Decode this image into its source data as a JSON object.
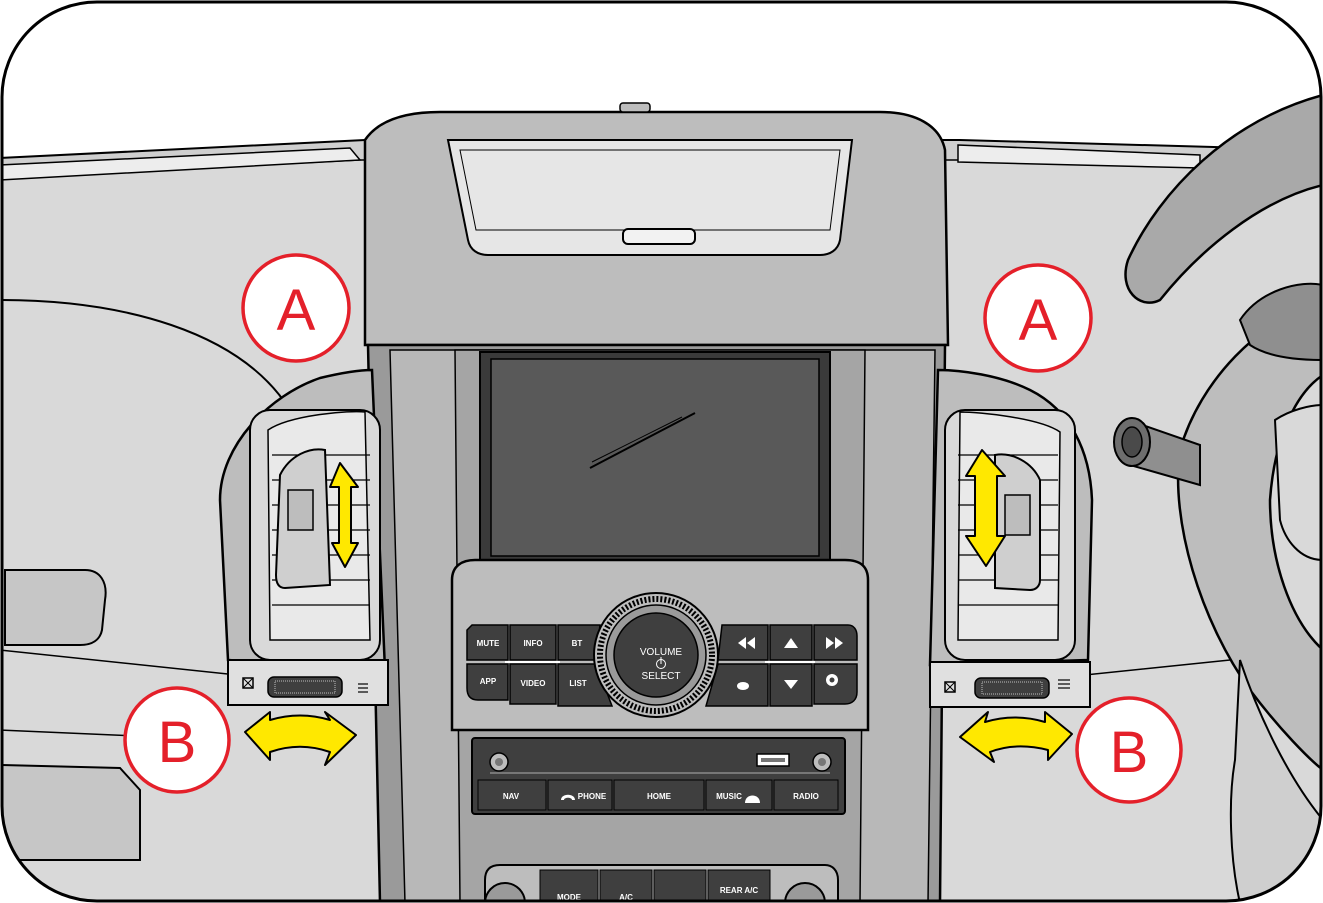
{
  "callouts": {
    "left_vent": "A",
    "right_vent": "A",
    "left_thumbwheel": "B",
    "right_thumbwheel": "B"
  },
  "head_unit": {
    "knob_line1": "VOLUME",
    "knob_line2": "SELECT"
  },
  "left_cluster": [
    "MUTE",
    "INFO",
    "BT",
    "APP",
    "VIDEO",
    "LIST"
  ],
  "bottom_bar": [
    "NAV",
    "PHONE",
    "HOME",
    "MUSIC",
    "RADIO"
  ],
  "climate_labels": [
    "MODE",
    "A/C",
    "REAR A/C"
  ],
  "colors": {
    "callout_red": "#e4202a",
    "arrow_yellow": "#ffe800",
    "dash_grey": "#d7d7d7",
    "panel_grey": "#a9a9a9",
    "dark_button": "#3f3f3f"
  },
  "icons": [
    "rewind-icon",
    "eject-icon",
    "fast-forward-icon",
    "voice-icon",
    "arrow-down-icon",
    "settings-icon",
    "phone-handset-icon",
    "music-cloud-icon",
    "usb-port-icon",
    "aux-jack-icon",
    "cd-slot-icon",
    "power-icon",
    "vent-closed-icon",
    "vent-open-icon"
  ]
}
